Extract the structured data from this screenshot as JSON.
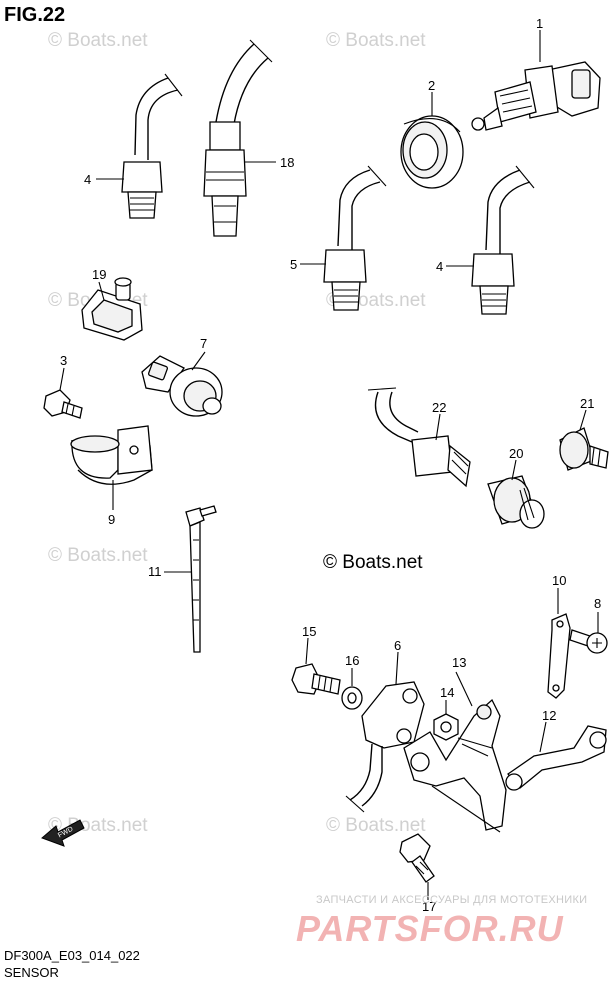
{
  "figure": {
    "title": "FIG.22",
    "code": "DF300A_E03_014_022",
    "name": "SENSOR"
  },
  "watermark": {
    "repeat": "© Boats.net",
    "center": "© Boats.net"
  },
  "branding": {
    "tagline": "ЗАПЧАСТИ И АКСЕССУАРЫ ДЛЯ МОТОТЕХНИКИ",
    "site": "PARTSFOR.RU",
    "color": "#e06060"
  },
  "fwd_arrow_label": "FWD",
  "callouts": [
    "1",
    "2",
    "4",
    "18",
    "5",
    "4",
    "19",
    "7",
    "3",
    "22",
    "21",
    "20",
    "9",
    "11",
    "10",
    "8",
    "15",
    "6",
    "16",
    "13",
    "14",
    "12",
    "17"
  ]
}
